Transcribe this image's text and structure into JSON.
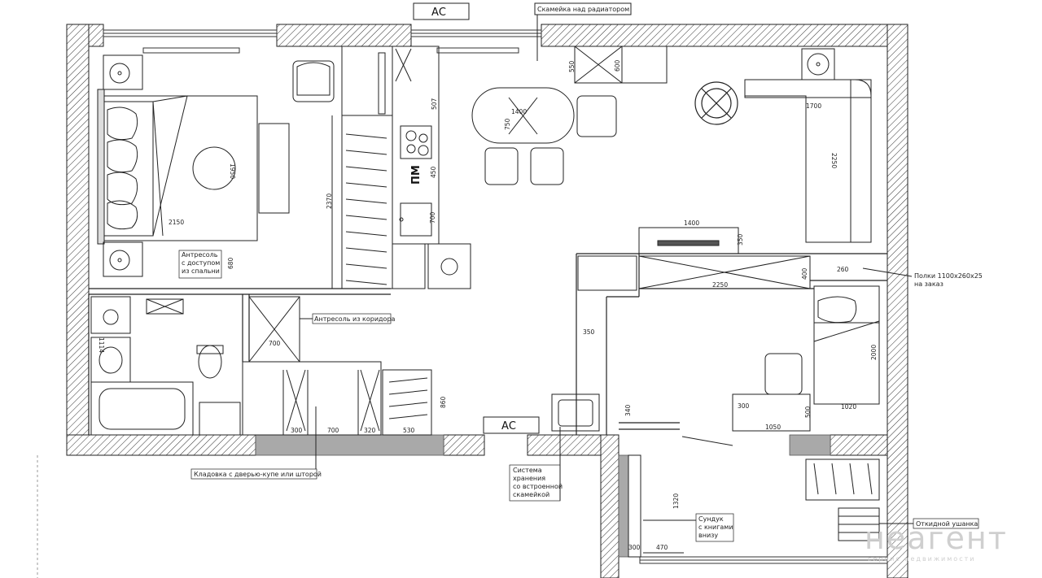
{
  "plan": {
    "ac_labels": [
      "АС",
      "АС"
    ],
    "pm_label": "ПМ",
    "callouts": [
      "Скамейка над радиатором",
      "Антресоль\nс доступом\nиз спальни",
      "Антресоль из коридора",
      "Полки 1100х260х25\nна заказ",
      "Кладовка с дверью-купе или шторой",
      "Система\nхранения\nсо встроенной\nскамейкой",
      "Сундук\nс книгами\nвнизу",
      "Откидной ушанка"
    ],
    "dimensions": [
      "1400",
      "750",
      "550",
      "600",
      "507",
      "450",
      "700",
      "1700",
      "2250",
      "1950",
      "2150",
      "2370",
      "680",
      "1114",
      "700",
      "860",
      "300",
      "700",
      "320",
      "530",
      "350",
      "1400",
      "350",
      "400",
      "260",
      "2250",
      "2000",
      "300",
      "1050",
      "500",
      "1020",
      "340",
      "1320",
      "300",
      "470"
    ]
  },
  "watermark": {
    "brand": "неагент",
    "tagline": "сервис недвижимости"
  }
}
